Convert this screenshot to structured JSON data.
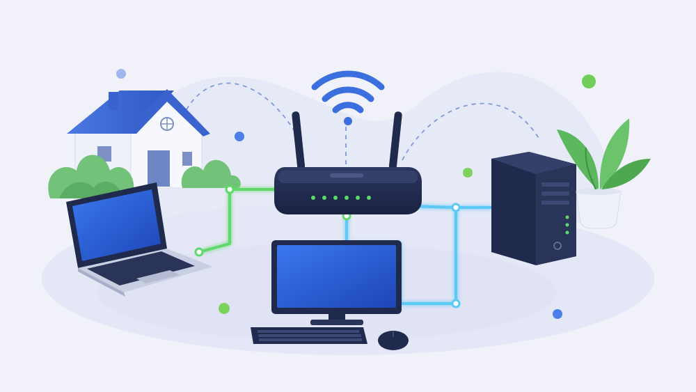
{
  "scene": {
    "background": "#f1f2f9",
    "elements": [
      "house",
      "wifi-signal",
      "router",
      "laptop",
      "desktop-computer",
      "keyboard",
      "mouse",
      "tower-server",
      "potted-plant",
      "bushes"
    ]
  },
  "colors": {
    "accent_blue": "#3b6fe0",
    "screen_blue": "#2c5fd6",
    "device_navy": "#1f2a4d",
    "link_green": "#5fd96a",
    "link_cyan": "#5cc8f5",
    "leaf_green": "#5cb85c",
    "dot_blue": "#4a7fe8",
    "dot_green": "#6fcf5a"
  },
  "icons": {
    "router": "router-icon",
    "wifi": "wifi-icon",
    "house": "house-icon",
    "laptop": "laptop-icon",
    "desktop": "desktop-icon",
    "server": "server-icon",
    "plant": "plant-icon"
  }
}
